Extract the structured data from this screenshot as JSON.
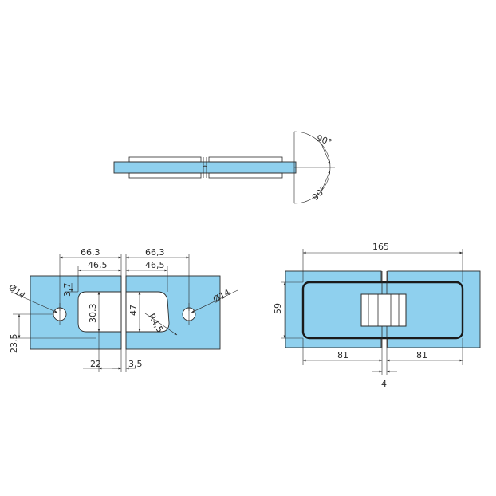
{
  "top_view": {
    "angle_upper": "90°",
    "angle_lower": "90°"
  },
  "left_view": {
    "width_left": "66,3",
    "width_right": "66,3",
    "offset_left": "46,5",
    "offset_right": "46,5",
    "hole_diameter_left": "Ø14",
    "hole_diameter_right": "Ø14",
    "small_offset": "3,7",
    "cutout_height": "30,3",
    "plate_height": "47",
    "radius": "R4,5",
    "hole_height": "23,5",
    "bottom_offset": "22",
    "gap": "3,5"
  },
  "right_view": {
    "overall_width": "165",
    "height": "59",
    "half_left": "81",
    "half_right": "81",
    "gap": "4"
  }
}
